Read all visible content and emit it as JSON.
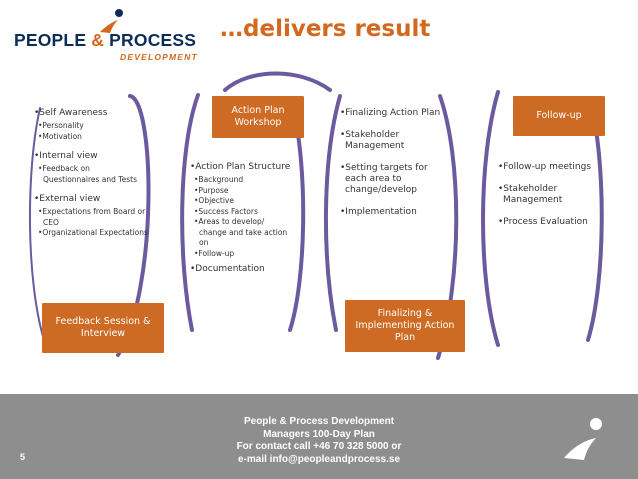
{
  "logo": {
    "main_left": "PEOPLE ",
    "amp": "&",
    "main_right": " PROCESS",
    "sub": "DEVELOPMENT"
  },
  "headline": "…delivers result",
  "columns": [
    {
      "box": "Feedback Session & Interview",
      "items": [
        {
          "text": "•Self Awareness",
          "level": 1
        },
        {
          "text": "•Personality",
          "level": 2
        },
        {
          "text": "•Motivation",
          "level": 2
        },
        {
          "text": "",
          "level": 0
        },
        {
          "text": "•Internal view",
          "level": 1
        },
        {
          "text": "•Feedback on Questionnaires and Tests",
          "level": 2
        },
        {
          "text": "",
          "level": 0
        },
        {
          "text": "•External view",
          "level": 1
        },
        {
          "text": "•Expectations from Board or CEO",
          "level": 2
        },
        {
          "text": "•Organizational Expectations",
          "level": 2
        }
      ]
    },
    {
      "box": "Action Plan Workshop",
      "items": [
        {
          "text": "•Action Plan Structure",
          "level": 1
        },
        {
          "text": "•Background",
          "level": 2
        },
        {
          "text": "•Purpose",
          "level": 2
        },
        {
          "text": "•Objective",
          "level": 2
        },
        {
          "text": "•Success Factors",
          "level": 2
        },
        {
          "text": "•Areas to develop/ change and take action on",
          "level": 2
        },
        {
          "text": "•Follow-up",
          "level": 2
        },
        {
          "text": "",
          "level": 0
        },
        {
          "text": "•Documentation",
          "level": 1
        }
      ]
    },
    {
      "box": "Finalizing & Implementing Action Plan",
      "items": [
        {
          "text": "•Finalizing Action Plan",
          "level": 1
        },
        {
          "text": "",
          "level": 0
        },
        {
          "text": "•Stakeholder Management",
          "level": 1
        },
        {
          "text": "",
          "level": 0
        },
        {
          "text": "•Setting targets for each area to change/develop",
          "level": 1
        },
        {
          "text": "",
          "level": 0
        },
        {
          "text": "•Implementation",
          "level": 1
        }
      ]
    },
    {
      "box": "Follow-up",
      "items": [
        {
          "text": "•Follow-up meetings",
          "level": 1
        },
        {
          "text": "",
          "level": 0
        },
        {
          "text": "•Stakeholder Management",
          "level": 1
        },
        {
          "text": "",
          "level": 0
        },
        {
          "text": "•Process Evaluation",
          "level": 1
        }
      ]
    }
  ],
  "footer": {
    "line1": "People & Process Development",
    "line2": "Managers 100-Day Plan",
    "line3": "For contact call +46 70 328 5000 or",
    "line4": "e-mail  info@peopleandprocess.se",
    "page_number": "5"
  },
  "colors": {
    "orange": "#cd6a23",
    "navy": "#0d2d59",
    "purple_arc": "#6b5a9e",
    "footer_gray": "#8e8e8e"
  }
}
